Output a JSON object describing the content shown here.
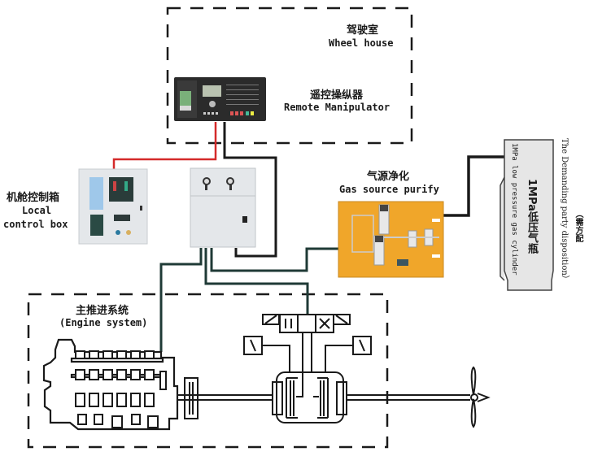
{
  "wheel_house": {
    "title_cn": "驾驶室",
    "title_en": "Wheel house"
  },
  "remote_manipulator": {
    "title_cn": "遥控操纵器",
    "title_en": "Remote Manipulator"
  },
  "local_control_box": {
    "title_cn": "机舱控制箱",
    "title_en_line1": "Local",
    "title_en_line2": "control box"
  },
  "gas_source": {
    "title_cn": "气源净化",
    "title_en": "Gas source purify"
  },
  "gas_cylinder": {
    "title_cn": "1MPa低压气瓶",
    "title_en": "1MPa low pressure gas cylinder",
    "note_cn": "（需方配",
    "note_en": "The Demanding party disposition）"
  },
  "engine_system": {
    "title_cn": "主推进系统",
    "title_en": "(Engine system)"
  },
  "colors": {
    "signal_line_red": "#d42a2a",
    "signal_line_black": "#1a1a1a",
    "pneumatic_line": "#1f3a36",
    "gas_panel": "#f0a62a",
    "cabinet": "#e4e7ea",
    "manipulator_body": "#2b2b2b"
  }
}
